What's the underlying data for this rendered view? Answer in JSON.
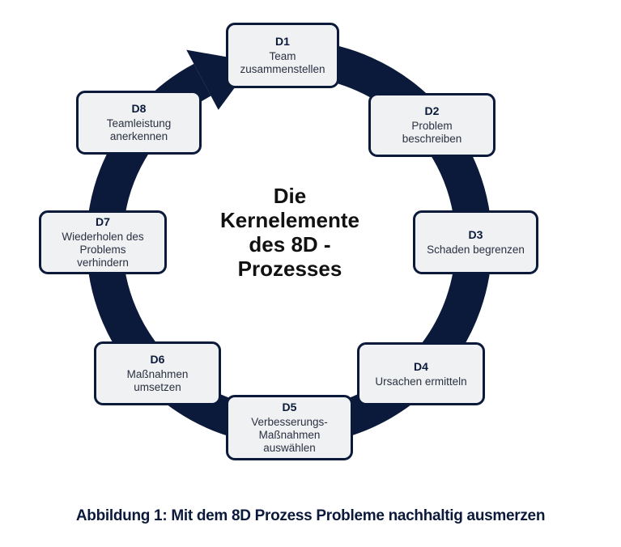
{
  "diagram": {
    "title": "Die\nKernelemente\ndes 8D -\nProzesses",
    "caption": "Abbildung 1: Mit dem 8D Prozess Probleme nachhaltig ausmerzen",
    "colors": {
      "ring": "#0b1a3a",
      "box_fill": "#f0f1f3",
      "box_border": "#0b1a3a",
      "caption": "#0b1a3a"
    },
    "cycle_direction": "clockwise",
    "steps": [
      {
        "id": "D1",
        "label": "Team\nzusammenstellen"
      },
      {
        "id": "D2",
        "label": "Problem\nbeschreiben"
      },
      {
        "id": "D3",
        "label": "Schaden begrenzen"
      },
      {
        "id": "D4",
        "label": "Ursachen ermitteln"
      },
      {
        "id": "D5",
        "label": "Verbesserungs-\nMaßnahmen\nauswählen"
      },
      {
        "id": "D6",
        "label": "Maßnahmen\numsetzen"
      },
      {
        "id": "D7",
        "label": "Wiederholen des\nProblems\nverhindern"
      },
      {
        "id": "D8",
        "label": "Teamleistung\nanerkennen"
      }
    ]
  }
}
